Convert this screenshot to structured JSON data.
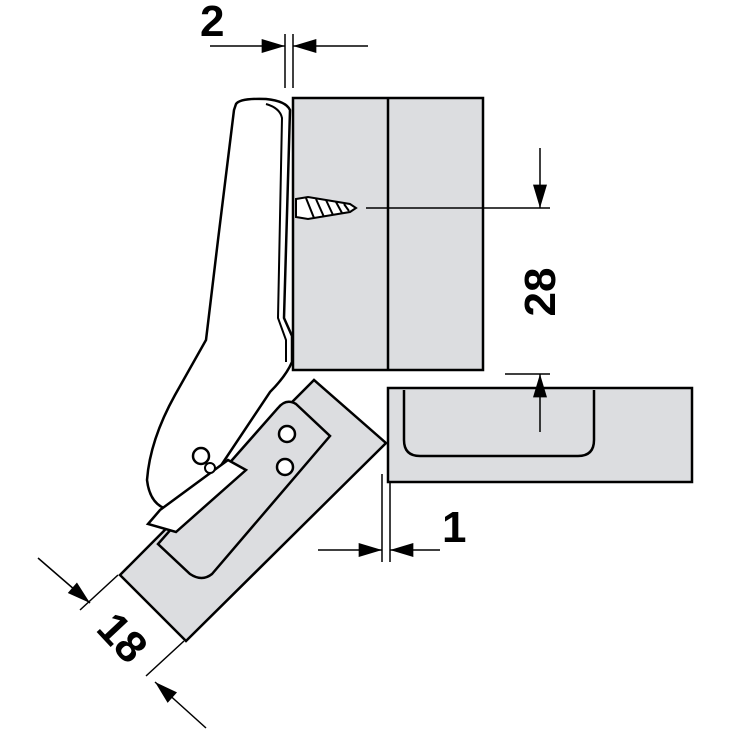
{
  "dimensions": {
    "gap_top": "2",
    "drill_depth": "28",
    "gap_bottom": "1",
    "panel_thickness": "18"
  },
  "colors": {
    "panel_fill": "#dcdde0",
    "line": "#000000",
    "background": "#ffffff"
  }
}
